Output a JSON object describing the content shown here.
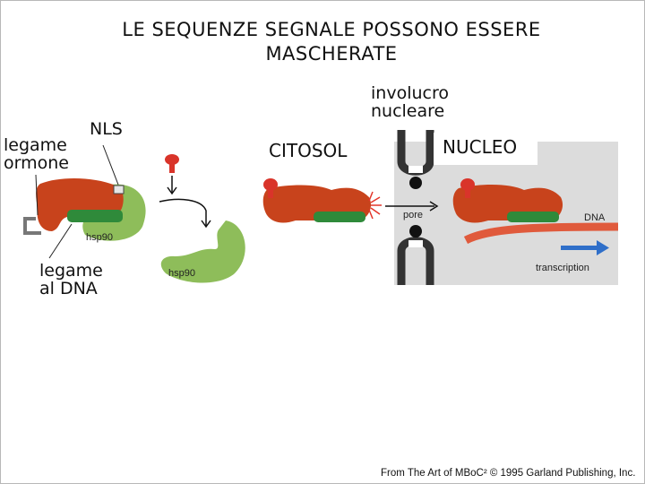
{
  "title": {
    "line1": "LE SEQUENZE SEGNALE POSSONO ESSERE",
    "line2": "MASCHERATE"
  },
  "labels": {
    "ligand_binding": {
      "line1": "legame",
      "line2": "ormone"
    },
    "nls": "NLS",
    "dna_binding": {
      "line1": "legame",
      "line2": "al DNA"
    },
    "nuclear_envelope": {
      "line1": "involucro",
      "line2": "nucleare"
    },
    "cytosol": "CITOSOL",
    "nucleus": "NUCLEO"
  },
  "figure_labels": {
    "hsp90_bound": "hsp90",
    "hsp90_free": "hsp90",
    "pore": "pore",
    "dna": "DNA",
    "transcription": "transcription"
  },
  "credit": "From The Art of MBoC² © 1995 Garland Publishing, Inc.",
  "colors": {
    "receptor": "#c8431c",
    "dna_domain": "#2f8a3a",
    "hsp90": "#8ebd5a",
    "hormone": "#d9342a",
    "nucleus_background": "#dcdcdc",
    "dna": "#e05a3c",
    "transcription_arrow": "#2f6fc9"
  }
}
